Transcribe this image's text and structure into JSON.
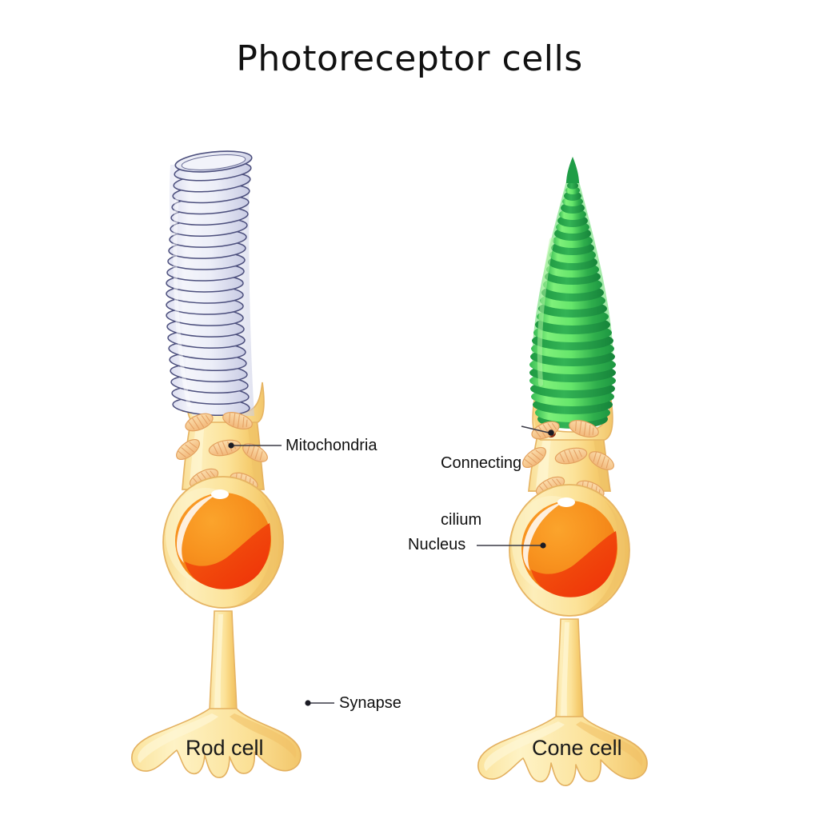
{
  "figure": {
    "title": "Photoreceptor cells",
    "background": "#ffffff"
  },
  "cells": [
    {
      "id": "rod",
      "caption": "Rod cell",
      "outer_segment_shape": "cylindrical disc stack",
      "outer_segment_color": "#e6e8f4"
    },
    {
      "id": "cone",
      "caption": "Cone cell",
      "outer_segment_shape": "conical disc stack",
      "outer_segment_color": "#5ede63"
    }
  ],
  "labels": {
    "mitochondria": {
      "text": "Mitochondria",
      "anchor": "left"
    },
    "connecting_cilium": {
      "line1": "Connecting",
      "line2": "cilium",
      "anchor": "right"
    },
    "nucleus": {
      "text": "Nucleus",
      "anchor": "left"
    },
    "synapse": {
      "text": "Synapse",
      "anchor": "left"
    }
  },
  "palette": {
    "rod_disc_fill": "#e9eaf3",
    "rod_disc_stroke": "#4c4f7d",
    "cone_disc_light": "#6ae36c",
    "cone_disc_dark": "#23a84a",
    "cone_tip": "#1f9d46",
    "inner_segment": "#fbe08f",
    "inner_segment_light": "#fdeeb9",
    "inner_segment_stroke": "#e8b96a",
    "mitochondria_fill": "#f6c98e",
    "mitochondria_stroke": "#e09a52",
    "nucleus_orange": "#f8931f",
    "nucleus_deep": "#f05a10",
    "nucleus_red": "#ef3a0c",
    "cilium_dot": "#8c2b12",
    "leader_line": "#3a3a46",
    "text": "#111111"
  }
}
